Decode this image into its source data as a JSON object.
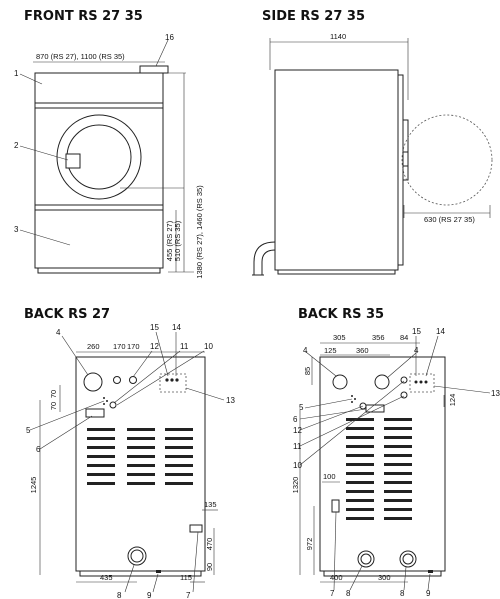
{
  "titles": {
    "front": "FRONT RS 27 35",
    "side": "SIDE RS 27 35",
    "back27": "BACK RS 27",
    "back35": "BACK RS 35"
  },
  "front": {
    "width_label": "870 (RS 27), 1100 (RS 35)",
    "height_label": "1380 (RS 27), 1460 (RS 35)",
    "low_label_a": "455 (RS 27)",
    "low_label_b": "510 (RS 35)",
    "callouts": [
      "1",
      "2",
      "3",
      "16"
    ]
  },
  "side": {
    "width_label": "1140",
    "door_label": "630 (RS 27 35)"
  },
  "back27": {
    "dims": {
      "d260": "260",
      "d170a": "170",
      "d170b": "170",
      "d70a": "70",
      "d70b": "70",
      "d1245": "1245",
      "d135": "135",
      "d470": "470",
      "d90": "90",
      "d435": "435",
      "d115": "115"
    },
    "callouts": {
      "c4": "4",
      "c12": "12",
      "c11": "11",
      "c10": "10",
      "c15": "15",
      "c14": "14",
      "c13": "13",
      "c5": "5",
      "c6": "6",
      "c8": "8",
      "c9": "9",
      "c7": "7"
    }
  },
  "back35": {
    "dims": {
      "d305": "305",
      "d356": "356",
      "d84": "84",
      "d125": "125",
      "d360": "360",
      "d85": "85",
      "d124": "124",
      "d100": "100",
      "d1320": "1320",
      "d972": "972",
      "d400": "400",
      "d300": "300"
    },
    "callouts": {
      "c4a": "4",
      "c4b": "4",
      "c15": "15",
      "c14": "14",
      "c13": "13",
      "c5": "5",
      "c6": "6",
      "c12": "12",
      "c11": "11",
      "c10": "10",
      "c7": "7",
      "c8a": "8",
      "c8b": "8",
      "c9": "9"
    }
  }
}
